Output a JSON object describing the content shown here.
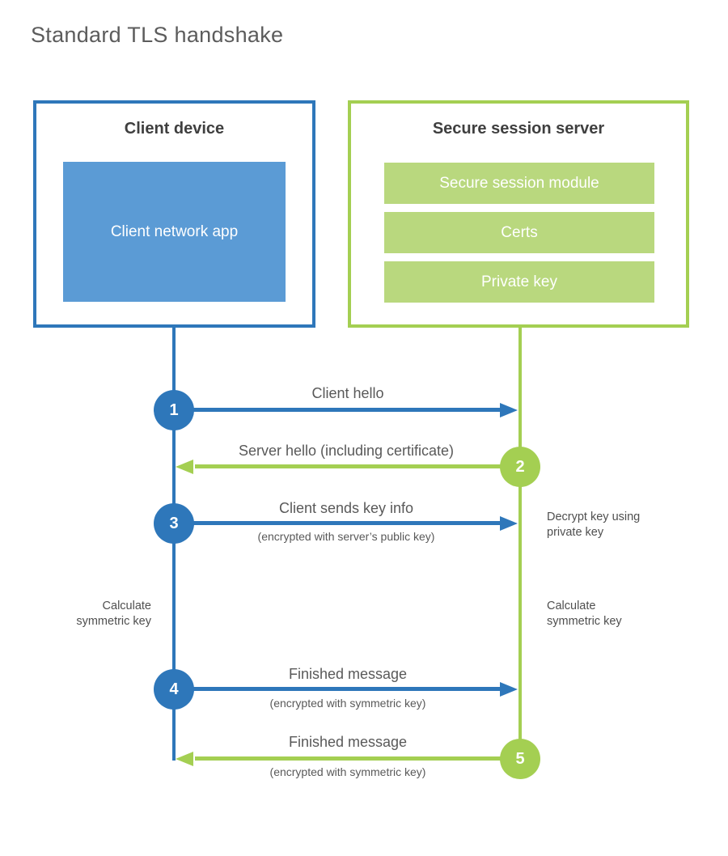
{
  "title": "Standard TLS handshake",
  "colors": {
    "blue": "#2e77ba",
    "blue_fill": "#5b9bd5",
    "green": "#a4cf52",
    "green_fill": "#b9d87e",
    "label_gray": "#595959",
    "heading_dark": "#3f3f3f"
  },
  "client": {
    "title": "Client device",
    "module": "Client network app"
  },
  "server": {
    "title": "Secure session server",
    "modules": [
      "Secure session module",
      "Certs",
      "Private key"
    ]
  },
  "steps": [
    {
      "num": "1",
      "from": "client",
      "to": "server",
      "label": "Client hello",
      "sublabel": ""
    },
    {
      "num": "2",
      "from": "server",
      "to": "client",
      "label": "Server hello (including certificate)",
      "sublabel": ""
    },
    {
      "num": "3",
      "from": "client",
      "to": "server",
      "label": "Client sends key info",
      "sublabel": "(encrypted with server’s public key)"
    },
    {
      "num": "4",
      "from": "client",
      "to": "server",
      "label": "Finished message",
      "sublabel": "(encrypted with symmetric key)"
    },
    {
      "num": "5",
      "from": "server",
      "to": "client",
      "label": "Finished message",
      "sublabel": "(encrypted with symmetric key)"
    }
  ],
  "notes": {
    "server_decrypt": "Decrypt key using private key",
    "client_calculate": "Calculate symmetric key",
    "server_calculate": "Calculate symmetric key"
  }
}
